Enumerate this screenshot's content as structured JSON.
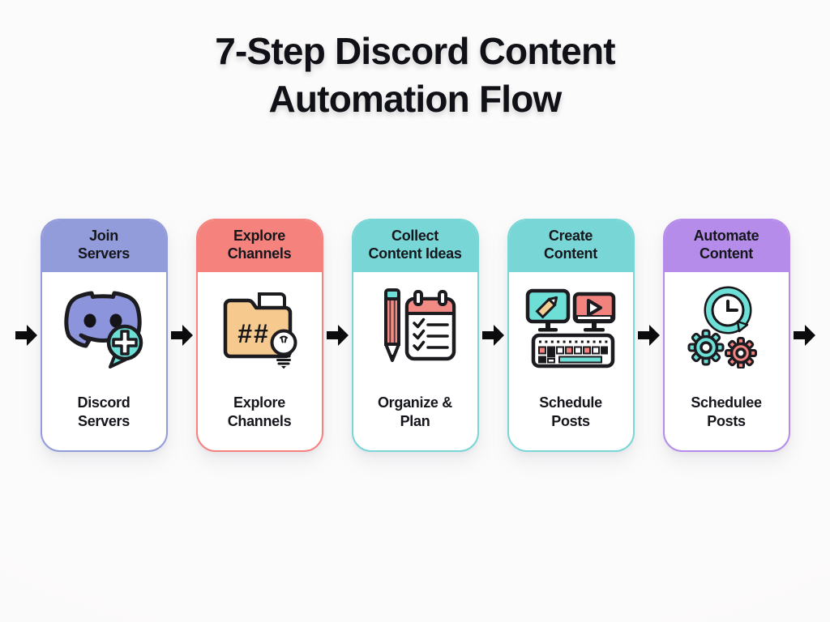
{
  "title": "7-Step Discord Content\nAutomation Flow",
  "colors": {
    "background": "#faf9f9",
    "title_text": "#101117",
    "arrow": "#0b0b0d",
    "card_background": "#ffffff",
    "outline": "#1b1b20",
    "periwinkle": "#939CDA",
    "salmon": "#F5827D",
    "teal": "#79D6D6",
    "purple": "#B58CE9",
    "icon_periwinkle": "#8C94DC",
    "icon_teal": "#6EDFD7",
    "icon_salmon": "#F28B84",
    "icon_tan": "#F6C98F"
  },
  "steps": [
    {
      "header": "Join\nServers",
      "label": "Discord\nServers",
      "accent": "#939CDA",
      "icon": "discord-add-icon"
    },
    {
      "header": "Explore\nChannels",
      "label": "Explore\nChannels",
      "accent": "#F5827D",
      "icon": "channels-folder-icon"
    },
    {
      "header": "Collect\nContent Ideas",
      "label": "Organize &\nPlan",
      "accent": "#79D6D6",
      "icon": "pencil-checklist-icon"
    },
    {
      "header": "Create\nContent",
      "label": "Schedule\nPosts",
      "accent": "#79D6D6",
      "icon": "monitors-keyboard-icon"
    },
    {
      "header": "Automate\nContent",
      "label": "Schedulee\nPosts",
      "accent": "#B58CE9",
      "icon": "clock-gears-icon"
    }
  ],
  "icon_text": {
    "folder_hash": "##"
  }
}
